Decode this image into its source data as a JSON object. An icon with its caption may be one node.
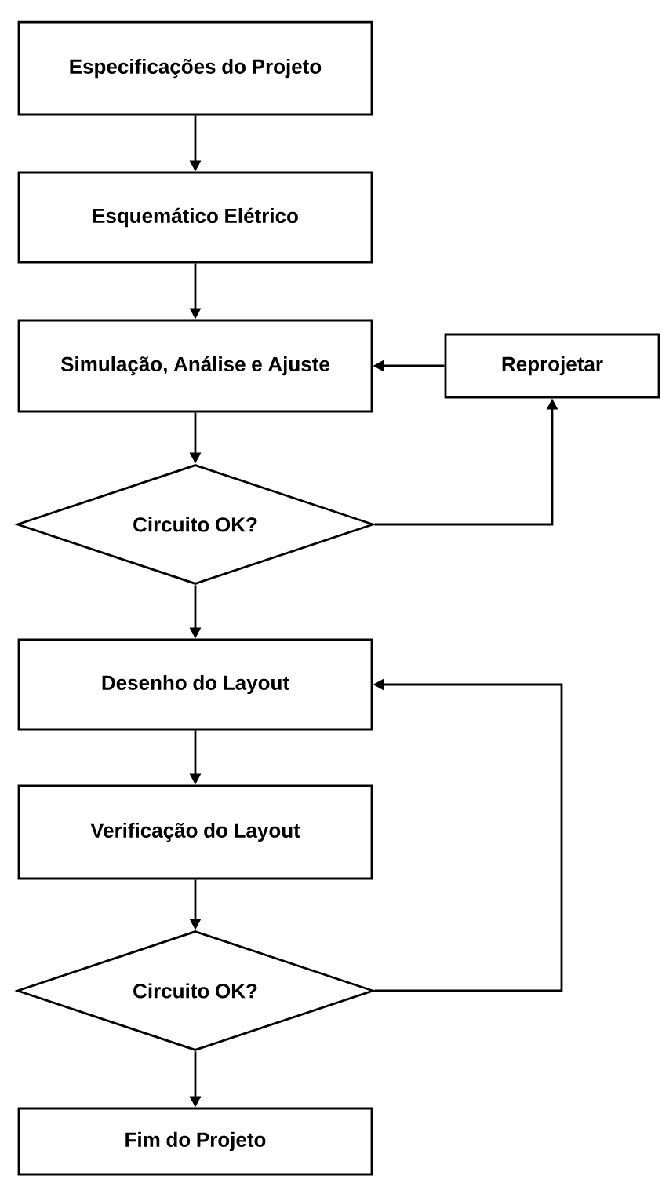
{
  "diagram": {
    "nodes": [
      {
        "text": [
          "Especificações do Projeto"
        ]
      },
      {
        "text": [
          "Esquemático Elétrico"
        ]
      },
      {
        "text": [
          "Simulação, Análise e Ajuste"
        ]
      },
      {
        "text": [
          "Reprojetar"
        ]
      },
      {
        "text": [
          "Circuito OK?"
        ]
      },
      {
        "text": [
          "Desenho do Layout"
        ]
      },
      {
        "text": [
          "Verificação do Layout"
        ]
      },
      {
        "text": [
          "Circuito OK?"
        ]
      },
      {
        "text": [
          "Fim do Projeto"
        ]
      }
    ],
    "edges": [
      {
        "from": 0,
        "to": 1,
        "arrow": "to"
      },
      {
        "from": 1,
        "to": 2,
        "arrow": "to"
      },
      {
        "from": 2,
        "to": 4,
        "arrow": "to"
      },
      {
        "from": 4,
        "to": 3,
        "arrow": "to"
      },
      {
        "from": 3,
        "to": 2,
        "arrow": "to"
      },
      {
        "from": 4,
        "to": 5,
        "arrow": "to"
      },
      {
        "from": 5,
        "to": 6,
        "arrow": "to"
      },
      {
        "from": 6,
        "to": 7,
        "arrow": "to"
      },
      {
        "from": 7,
        "to": 5,
        "arrow": "to"
      },
      {
        "from": 7,
        "to": 8,
        "arrow": "to"
      }
    ]
  }
}
